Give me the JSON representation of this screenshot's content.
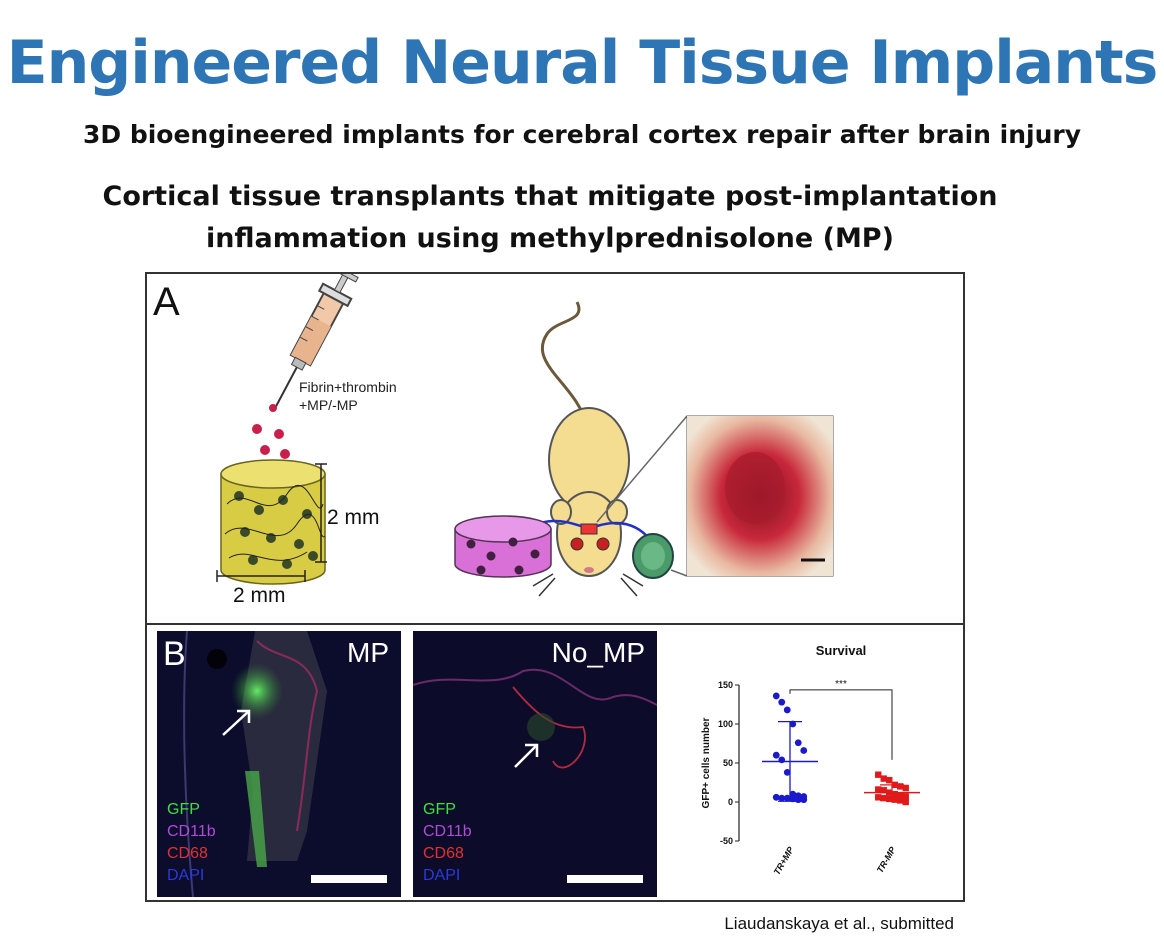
{
  "title": "Engineered Neural Tissue Implants",
  "subtitle": "3D bioengineered implants for cerebral cortex repair after brain injury",
  "heading_line1": "Cortical tissue transplants that mitigate post-implantation",
  "heading_line2": "inflammation using methylprednisolone (MP)",
  "panel_a": {
    "letter": "A",
    "syringe_label_1": "Fibrin+thrombin",
    "syringe_label_2": "+MP/-MP",
    "height_label": "2 mm",
    "width_label": "2 mm"
  },
  "panel_b": {
    "letter": "B",
    "image_mp_title": "MP",
    "image_nomp_title": "No_MP",
    "legend": [
      {
        "text": "GFP",
        "color": "#3ee03e"
      },
      {
        "text": "CD11b",
        "color": "#b04ad8"
      },
      {
        "text": "CD68",
        "color": "#e23030"
      },
      {
        "text": "DAPI",
        "color": "#2a3ad8"
      }
    ]
  },
  "chart_data": {
    "type": "scatter",
    "title": "Survival",
    "ylabel": "GFP+ cells number",
    "ylim": [
      -50,
      150
    ],
    "yticks": [
      -50,
      0,
      50,
      100,
      150
    ],
    "categories": [
      "TR+MP",
      "TR-MP"
    ],
    "significance": "***",
    "series": [
      {
        "name": "TR+MP",
        "color": "#1a1acc",
        "marker": "circle",
        "values": [
          136,
          128,
          118,
          100,
          76,
          66,
          60,
          54,
          38,
          10,
          8,
          7,
          6,
          5,
          5,
          4,
          3,
          3
        ],
        "mean": 52,
        "sd_upper": 103,
        "sd_lower": 1
      },
      {
        "name": "TR-MP",
        "color": "#e01a1a",
        "marker": "square",
        "values": [
          35,
          30,
          28,
          22,
          20,
          18,
          16,
          15,
          12,
          10,
          8,
          7,
          6,
          5,
          4,
          3,
          2,
          0
        ],
        "mean": 12,
        "sd_upper": 22,
        "sd_lower": 2
      }
    ]
  },
  "citation": "Liaudanskaya et al., submitted"
}
